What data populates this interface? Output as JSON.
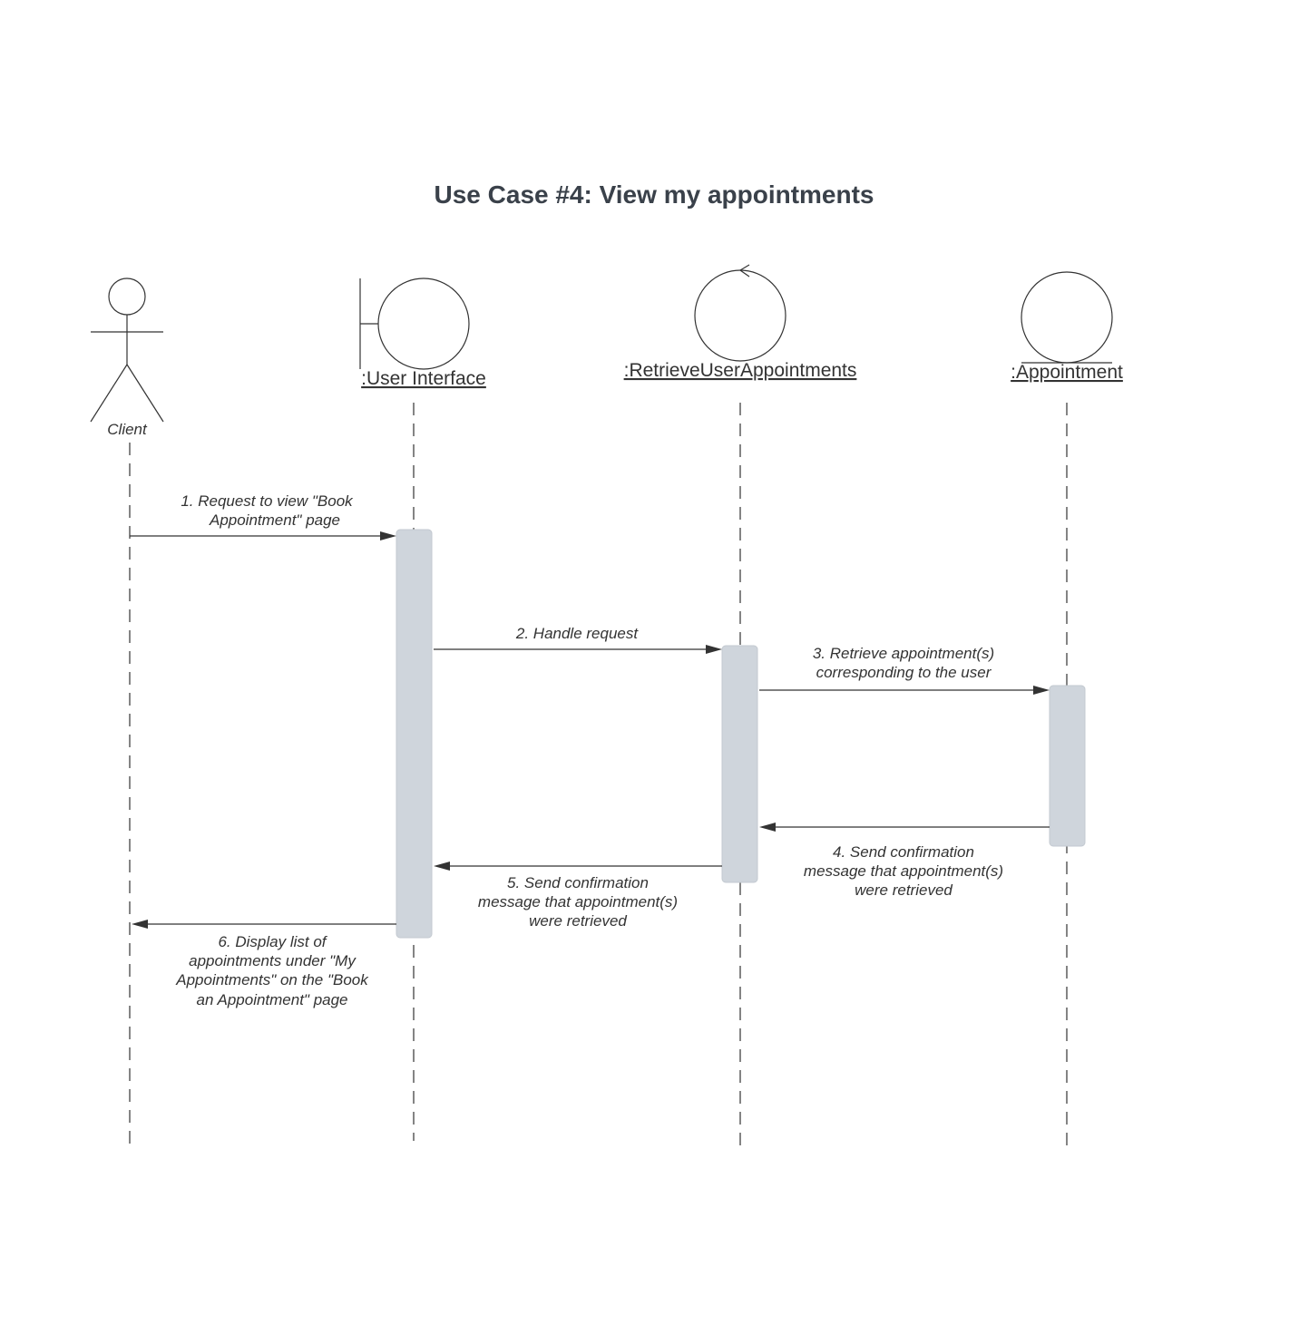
{
  "title": "Use Case #4: View my appointments",
  "participants": [
    {
      "id": "client",
      "type": "actor",
      "label": "Client"
    },
    {
      "id": "ui",
      "type": "boundary",
      "label": ":User Interface"
    },
    {
      "id": "retrieve",
      "type": "control",
      "label": ":RetrieveUserAppointments"
    },
    {
      "id": "appointment",
      "type": "entity",
      "label": ":Appointment"
    }
  ],
  "messages": [
    {
      "from": "client",
      "to": "ui",
      "lines": [
        "1. Request to view \"Book",
        "Appointment\" page"
      ]
    },
    {
      "from": "ui",
      "to": "retrieve",
      "lines": [
        "2. Handle request"
      ]
    },
    {
      "from": "retrieve",
      "to": "appointment",
      "lines": [
        "3. Retrieve appointment(s)",
        "corresponding to the user"
      ]
    },
    {
      "from": "appointment",
      "to": "retrieve",
      "lines": [
        "4. Send confirmation",
        "message that appointment(s)",
        "were retrieved"
      ]
    },
    {
      "from": "retrieve",
      "to": "ui",
      "lines": [
        "5. Send confirmation",
        "message that appointment(s)",
        "were retrieved"
      ]
    },
    {
      "from": "ui",
      "to": "client",
      "lines": [
        "6. Display list of",
        "appointments under \"My",
        "Appointments\" on the \"Book",
        "an Appointment\" page"
      ]
    }
  ]
}
